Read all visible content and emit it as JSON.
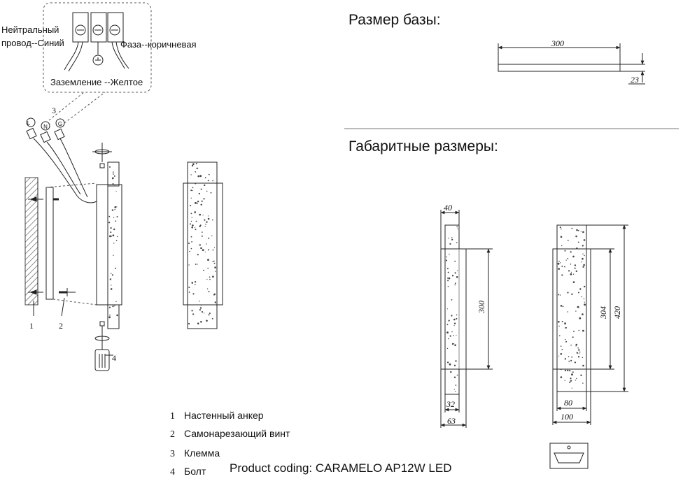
{
  "wiring": {
    "neutral_label_line1": "Нейтральный",
    "neutral_label_line2": "провод--Синий",
    "phase_label": "Фаза--коричневая",
    "ground_label": "Заземление --Желтое",
    "terminal_letters": [
      "L",
      "N",
      "G"
    ],
    "callout_number": "3"
  },
  "base_size": {
    "heading": "Размер базы:",
    "length": "300",
    "height": "23"
  },
  "overall_size": {
    "heading": "Габаритные размеры:",
    "side_top_width": "40",
    "side_body_height": "300",
    "side_bottom_width": "32",
    "side_depth": "63",
    "front_inner_height": "304",
    "front_total_height": "420",
    "front_inner_width": "80",
    "front_total_width": "100"
  },
  "callouts": {
    "n1": "1",
    "n2": "2",
    "n4": "4"
  },
  "legend": [
    {
      "num": "1",
      "text": "Настенный анкер"
    },
    {
      "num": "2",
      "text": "Самонарезающий винт"
    },
    {
      "num": "3",
      "text": "Клемма"
    },
    {
      "num": "4",
      "text": "Болт"
    }
  ],
  "product_coding": "Product coding: CARAMELO AP12W LED",
  "colors": {
    "line": "#222222",
    "background": "#ffffff"
  }
}
